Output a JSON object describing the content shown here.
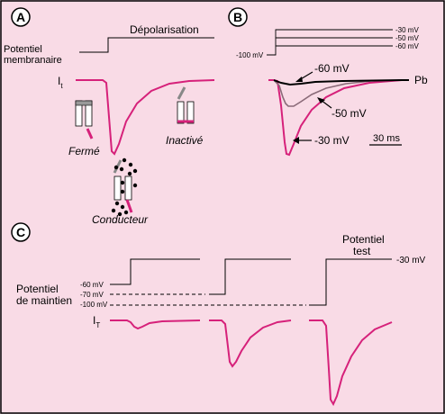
{
  "panels": {
    "a": {
      "letter": "A",
      "depol_label": "Dépolarisation",
      "membrane_label_1": "Potentiel",
      "membrane_label_2": "membranaire",
      "current_symbol": "I",
      "current_subscript": "t",
      "closed_label": "Fermé",
      "inactivated_label": "Inactivé",
      "conducting_label": "Conducteur"
    },
    "b": {
      "letter": "B",
      "step_labels": [
        "-30 mV",
        "-50 mV",
        "-60 mV"
      ],
      "hold_label": "-100 mV",
      "trace_labels": [
        "-60 mV",
        "-50 mV",
        "-30 mV"
      ],
      "pb_label": "Pb",
      "scale_label": "30 ms"
    },
    "c": {
      "letter": "C",
      "test_label_1": "Potentiel",
      "test_label_2": "test",
      "test_value": "-30 mV",
      "holding_label_1": "Potentiel",
      "holding_label_2": "de maintien",
      "hold_levels": [
        "-60 mV",
        "-70 mV",
        "-100 mV"
      ],
      "current_symbol": "I",
      "current_subscript": "T"
    }
  },
  "colors": {
    "background": "#f9dbe6",
    "trace": "#d6217a",
    "trace_grey": "#8a6a78",
    "line": "#000000"
  }
}
